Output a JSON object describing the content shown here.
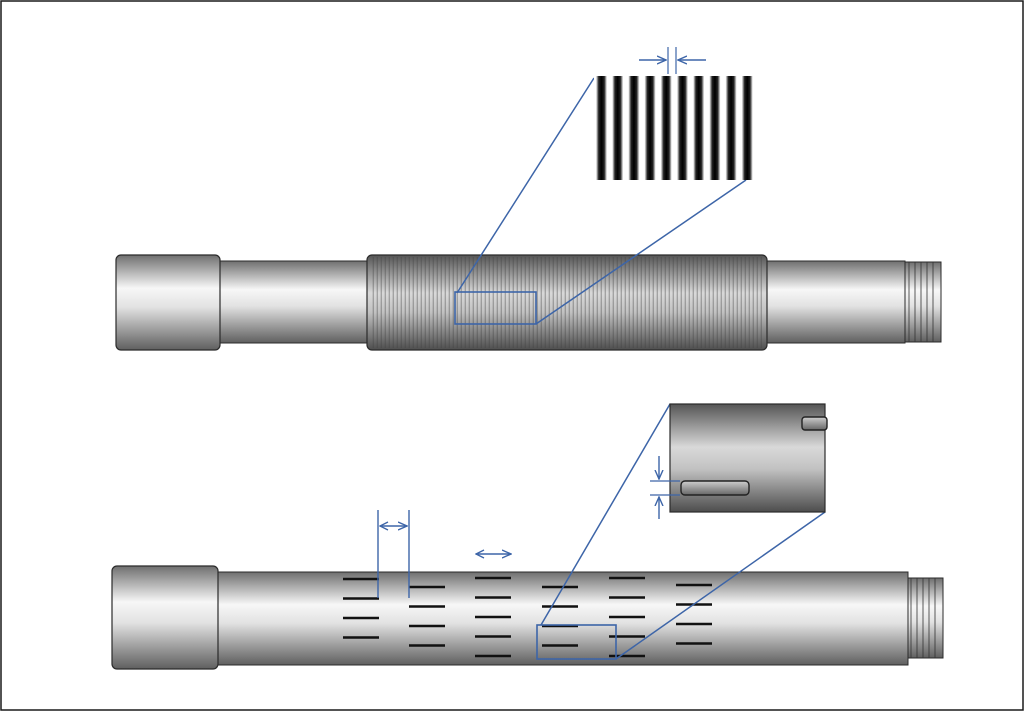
{
  "diagram": {
    "colors": {
      "frame": "#1a1a1a",
      "callout": "#3d65a8",
      "outline": "#2b2b2b",
      "slot": "#111111",
      "metal_dark": "#6f6f6f",
      "metal_light": "#f7f7f7"
    },
    "panels": [
      {
        "id": "wire-wrap-screen",
        "parts": [
          "box-end",
          "pipe",
          "wire-wrap-section",
          "pin-end"
        ],
        "callout": "wire-spacing-detail",
        "dimension": "wire-gap"
      },
      {
        "id": "slotted-liner",
        "parts": [
          "box-end",
          "slotted-pipe",
          "pin-end"
        ],
        "callout": "slot-detail",
        "dimensions": [
          "slot-pitch",
          "slot-length",
          "slot-width"
        ]
      }
    ],
    "slot_layout": {
      "columns": 6,
      "rows_per_column": [
        4,
        4,
        5,
        4,
        5,
        4
      ]
    }
  }
}
